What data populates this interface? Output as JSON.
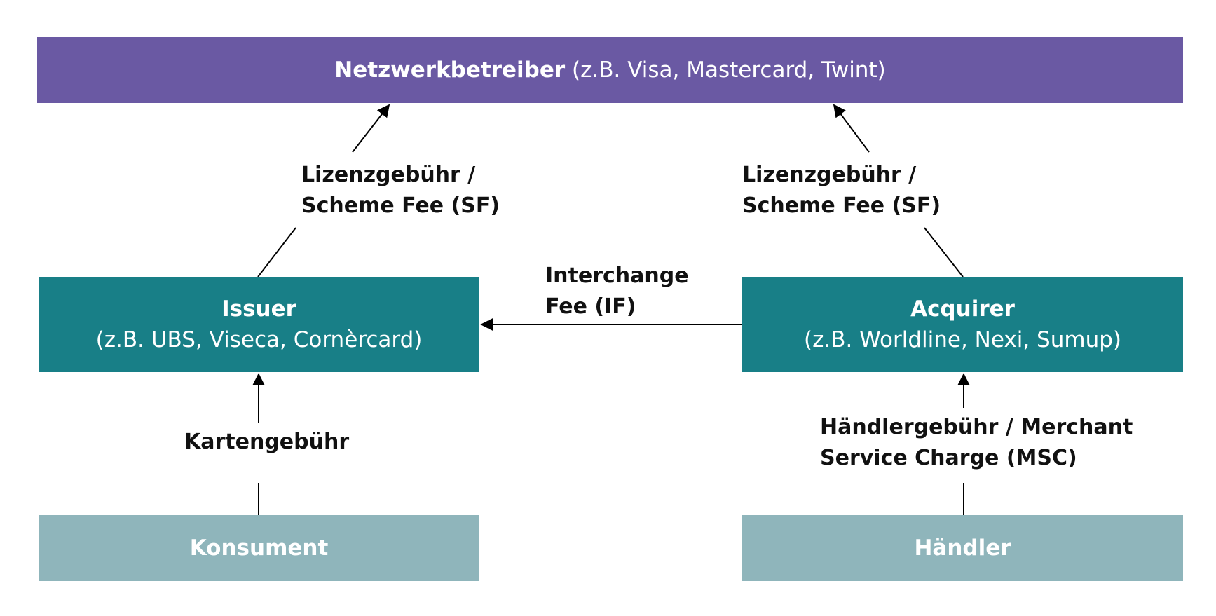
{
  "network": {
    "title": "Netzwerkbetreiber",
    "examples": "(z.B. Visa, Mastercard, Twint)"
  },
  "issuer": {
    "title": "Issuer",
    "examples": "(z.B. UBS, Viseca, Cornèrcard)"
  },
  "acquirer": {
    "title": "Acquirer",
    "examples": "(z.B. Worldline, Nexi, Sumup)"
  },
  "consumer": {
    "title": "Konsument"
  },
  "merchant": {
    "title": "Händler"
  },
  "fees": {
    "scheme_left_1": "Lizenzgebühr /",
    "scheme_left_2": "Scheme Fee (SF)",
    "scheme_right_1": "Lizenzgebühr /",
    "scheme_right_2": "Scheme Fee (SF)",
    "interchange_1": "Interchange",
    "interchange_2": "Fee (IF)",
    "card_fee": "Kartengebühr",
    "msc_1": "Händlergebühr / Merchant",
    "msc_2": "Service Charge (MSC)"
  },
  "colors": {
    "network": "#6a59a3",
    "issuer_acquirer": "#187f87",
    "endpoints": "#8fb5bb"
  }
}
